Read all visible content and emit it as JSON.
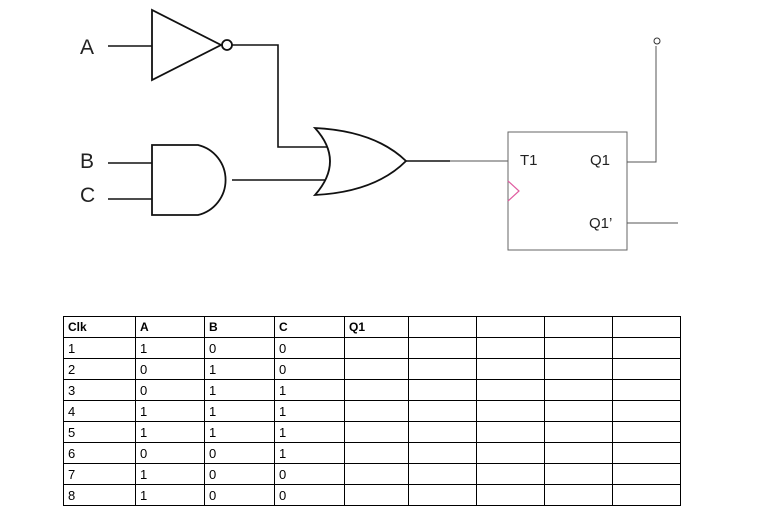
{
  "circuit": {
    "inputs": {
      "a": "A",
      "b": "B",
      "c": "C"
    },
    "flip_flop": {
      "input_label": "T1",
      "q_label": "Q1",
      "q_bar_label": "Q1’"
    }
  },
  "table": {
    "headers": [
      "Clk",
      "A",
      "B",
      "C",
      "Q1",
      "",
      "",
      "",
      ""
    ],
    "rows": [
      [
        "1",
        "1",
        "0",
        "0",
        "",
        "",
        "",
        "",
        ""
      ],
      [
        "2",
        "0",
        "1",
        "0",
        "",
        "",
        "",
        "",
        ""
      ],
      [
        "3",
        "0",
        "1",
        "1",
        "",
        "",
        "",
        "",
        ""
      ],
      [
        "4",
        "1",
        "1",
        "1",
        "",
        "",
        "",
        "",
        ""
      ],
      [
        "5",
        "1",
        "1",
        "1",
        "",
        "",
        "",
        "",
        ""
      ],
      [
        "6",
        "0",
        "0",
        "1",
        "",
        "",
        "",
        "",
        ""
      ],
      [
        "7",
        "1",
        "0",
        "0",
        "",
        "",
        "",
        "",
        ""
      ],
      [
        "8",
        "1",
        "0",
        "0",
        "",
        "",
        "",
        "",
        ""
      ]
    ]
  }
}
